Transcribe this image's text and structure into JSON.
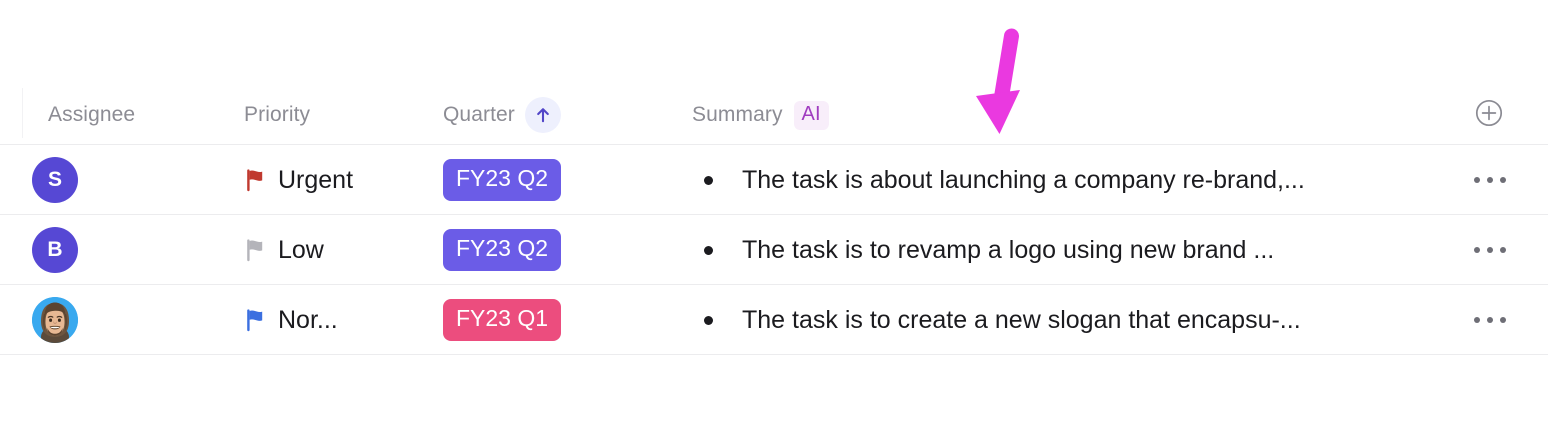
{
  "table": {
    "columns": [
      {
        "key": "assignee",
        "label": "Assignee",
        "sorted": false
      },
      {
        "key": "priority",
        "label": "Priority",
        "sorted": false
      },
      {
        "key": "quarter",
        "label": "Quarter",
        "sorted": true,
        "sort_icon": "arrow-up-icon",
        "sort_direction": "ascending"
      },
      {
        "key": "summary",
        "label": "Summary",
        "badge": "AI"
      }
    ],
    "add_column_icon": "plus-circle-icon",
    "row_menu_icon": "ellipsis-icon",
    "rows": [
      {
        "assignee": {
          "type": "initial",
          "initial": "S",
          "color": "#5648d4"
        },
        "priority": {
          "label": "Urgent",
          "flag_icon": "flag-icon",
          "flag_color": "#c0392f"
        },
        "quarter": {
          "label": "FY23 Q2",
          "color": "#6b5ce7"
        },
        "summary": "The task is about launching a company re-brand,..."
      },
      {
        "assignee": {
          "type": "initial",
          "initial": "B",
          "color": "#5648d4"
        },
        "priority": {
          "label": "Low",
          "flag_icon": "flag-icon",
          "flag_color": "#b4b4ba"
        },
        "quarter": {
          "label": "FY23 Q2",
          "color": "#6b5ce7"
        },
        "summary": "The task is to revamp a logo using new brand ..."
      },
      {
        "assignee": {
          "type": "photo",
          "photo_description": "person-avatar-photo",
          "color": "#39a9ef"
        },
        "priority": {
          "label": "Nor...",
          "flag_icon": "flag-icon",
          "flag_color": "#3b6fe0"
        },
        "quarter": {
          "label": "FY23 Q1",
          "color": "#ec4d7e"
        },
        "summary": "The task is to create a new slogan that encapsu-..."
      }
    ]
  },
  "annotation": {
    "arrow_icon": "down-arrow-annotation",
    "color": "#ea39e0",
    "points_at": "summary-column"
  },
  "theme": {
    "text_primary": "#1b1b1f",
    "text_muted": "#8c8c94",
    "divider": "#ececee",
    "accent_purple": "#6b5ce7",
    "accent_pink": "#ec4d7e",
    "ai_badge_bg": "#f8eefa",
    "ai_badge_text": "#a03cc0",
    "sort_badge_bg": "#eef0fd"
  }
}
